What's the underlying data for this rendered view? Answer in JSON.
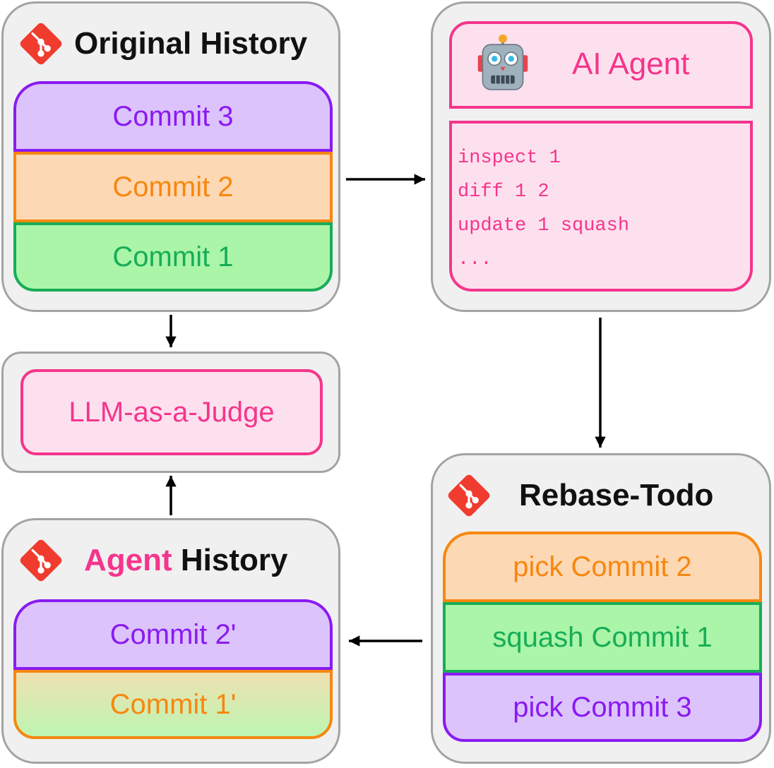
{
  "original_history": {
    "title": "Original History",
    "commits": [
      "Commit 3",
      "Commit 2",
      "Commit 1"
    ]
  },
  "ai_agent": {
    "title": "AI Agent",
    "commands": [
      "inspect 1",
      "diff 1 2",
      "update 1 squash",
      "..."
    ]
  },
  "judge": {
    "label": "LLM-as-a-Judge"
  },
  "rebase_todo": {
    "title": "Rebase-Todo",
    "items": [
      "pick Commit 2",
      "squash Commit 1",
      "pick Commit 3"
    ]
  },
  "agent_history": {
    "title_highlight": "Agent",
    "title_rest": "History",
    "commits": [
      "Commit 2'",
      "Commit 1'"
    ]
  },
  "colors": {
    "purple": "#8a1af2",
    "orange": "#f7870f",
    "green": "#17ad57",
    "pink": "#f5358c",
    "git_red": "#f03c2e"
  },
  "icons": [
    "git-logo-icon",
    "robot-icon"
  ]
}
